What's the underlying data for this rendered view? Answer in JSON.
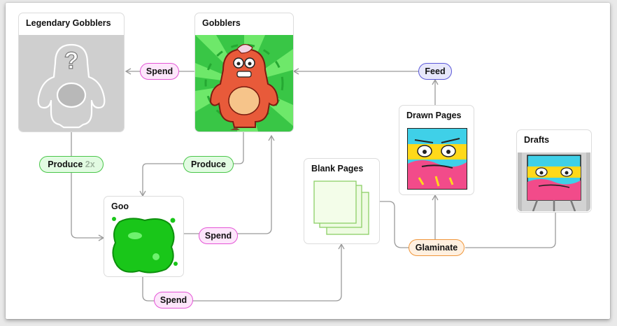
{
  "nodes": {
    "legendary": {
      "title": "Legendary Gobblers",
      "icon": "question-mark-icon"
    },
    "gobblers": {
      "title": "Gobblers"
    },
    "goo": {
      "title": "Goo"
    },
    "blank_pages": {
      "title": "Blank Pages"
    },
    "drawn_pages": {
      "title": "Drawn Pages"
    },
    "drafts": {
      "title": "Drafts"
    }
  },
  "edges": {
    "spend_legendary": "Spend",
    "produce_legendary": "Produce",
    "produce_legendary_mult": "2x",
    "produce_gobblers": "Produce",
    "spend_goo_gobblers": "Spend",
    "spend_goo_blank": "Spend",
    "feed": "Feed",
    "glaminate": "Glaminate"
  },
  "colors": {
    "spend": "#e455d6",
    "produce": "#49c649",
    "feed": "#5b58d8",
    "glaminate": "#f0963a",
    "connector": "#9a9a9a"
  }
}
